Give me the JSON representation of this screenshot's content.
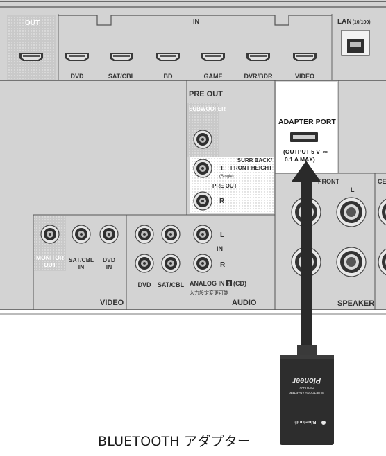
{
  "panel": {
    "out_label": "OUT",
    "in_label": "IN",
    "lan_label": "LAN",
    "lan_sub": "(10/100)",
    "hdmi_in": [
      "DVD",
      "SAT/CBL",
      "BD",
      "GAME",
      "DVR/BDR",
      "VIDEO"
    ],
    "pre_out": "PRE OUT",
    "subwoofer": "SUBWOOFER",
    "surr_back_1": "SURR BACK/",
    "surr_back_2": "FRONT HEIGHT",
    "ch_l": "L",
    "single": "(Single)",
    "pre_out_small": "PRE OUT",
    "ch_r": "R",
    "adapter_port": "ADAPTER PORT",
    "adapter_spec_1": "(OUTPUT 5 V",
    "dc_symbol": "⎓",
    "adapter_spec_2": "0.1 A MAX)",
    "front": "FRONT",
    "center_abbr": "CE",
    "monitor_out_1": "MONITOR",
    "monitor_out_2": "OUT",
    "satcbl_in_1": "SAT/CBL",
    "satcbl_in_2": "IN",
    "dvd_in_1": "DVD",
    "dvd_in_2": "IN",
    "video": "VIDEO",
    "audio_in": "IN",
    "audio_dvd": "DVD",
    "audio_satcbl": "SAT/CBL",
    "analog_in": "ANALOG IN",
    "analog_num": "1",
    "analog_cd": "(CD)",
    "analog_jp": "入力設定変更可能",
    "audio": "AUDIO",
    "speaker": "SPEAKER"
  },
  "adapter": {
    "line1": "BLUETOOTH ADAPTER",
    "line2": "AS-BT100",
    "brand": "Pioneer",
    "bluetooth": "Bluetooth"
  },
  "caption": "BLUETOOTH アダプター",
  "colors": {
    "panel_gray": "#d3d3d3",
    "line": "#555555",
    "arrow": "#2a2a2a",
    "adapter_body": "#2d2d2d"
  }
}
